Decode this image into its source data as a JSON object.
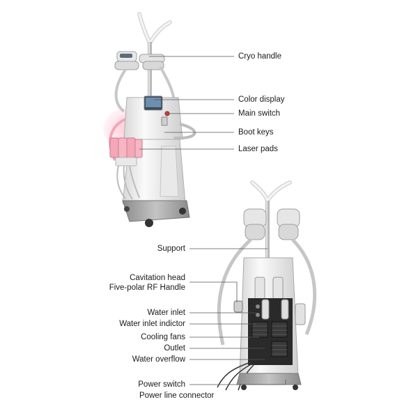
{
  "top_machine": {
    "labels": [
      {
        "id": "cryo-handle",
        "text": "Cryo handle"
      },
      {
        "id": "color-display",
        "text": "Color display"
      },
      {
        "id": "main-switch",
        "text": "Main switch"
      },
      {
        "id": "boot-keys",
        "text": "Boot keys"
      },
      {
        "id": "laser-pads",
        "text": "Laser pads"
      }
    ]
  },
  "bottom_machine": {
    "labels": [
      {
        "id": "support",
        "text": "Support"
      },
      {
        "id": "cavitation-head",
        "text": "Cavitation head"
      },
      {
        "id": "five-polar-rf-handle",
        "text": "Five-polar RF Handle"
      },
      {
        "id": "water-inlet",
        "text": "Water inlet"
      },
      {
        "id": "water-inlet-indicator",
        "text": "Water inlet indictor"
      },
      {
        "id": "cooling-fans",
        "text": "Cooling fans"
      },
      {
        "id": "outlet",
        "text": "Outlet"
      },
      {
        "id": "water-overflow",
        "text": "Water overflow"
      },
      {
        "id": "power-switch",
        "text": "Power switch"
      },
      {
        "id": "power-line-connector",
        "text": "Power line connector"
      }
    ]
  },
  "colors": {
    "leader_line": "#555555",
    "machine_body": "#f2f2f2",
    "machine_gray": "#9a9a9a",
    "laser_pink": "#f3a7b8",
    "back_panel": "#2a2a2a"
  }
}
